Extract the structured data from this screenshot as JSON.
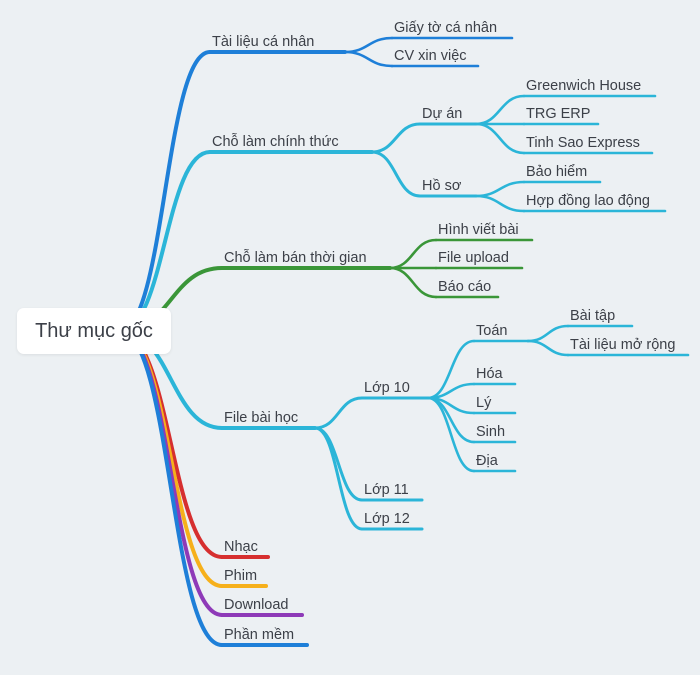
{
  "colors": {
    "blue": "#1e7fd8",
    "cyan": "#2bb5d8",
    "green": "#3a9638",
    "red": "#d62f2f",
    "orange": "#f6b01b",
    "purple": "#8e3ab8"
  },
  "root": {
    "label": "Thư mục gốc"
  },
  "branches": {
    "tai_lieu": {
      "label": "Tài liệu cá nhân",
      "children": [
        "Giấy tờ cá nhân",
        "CV xin việc"
      ]
    },
    "cho_lam": {
      "label": "Chỗ làm chính thức",
      "du_an": {
        "label": "Dự án",
        "children": [
          "Greenwich House",
          "TRG ERP",
          "Tinh Sao Express"
        ]
      },
      "ho_so": {
        "label": "Hồ sơ",
        "children": [
          "Bảo hiểm",
          "Hợp đồng lao động"
        ]
      }
    },
    "ban_thoi_gian": {
      "label": "Chỗ làm bán thời gian",
      "children": [
        "Hình viết bài",
        "File upload",
        "Báo cáo"
      ]
    },
    "file_bai_hoc": {
      "label": "File bài học",
      "lop10": {
        "label": "Lớp 10",
        "toan": {
          "label": "Toán",
          "children": [
            "Bài tập",
            "Tài liệu mở rộng"
          ]
        },
        "others": [
          "Hóa",
          "Lý",
          "Sinh",
          "Địa"
        ]
      },
      "lop11": "Lớp 11",
      "lop12": "Lớp 12"
    },
    "nhac": "Nhạc",
    "phim": "Phim",
    "download": "Download",
    "phan_mem": "Phần mềm"
  }
}
